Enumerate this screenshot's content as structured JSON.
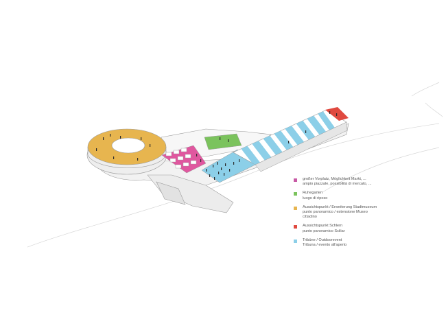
{
  "colors": {
    "magenta": "#c85aa5",
    "pink": "#e0579f",
    "green": "#7bc35d",
    "yellow": "#e7b54f",
    "red": "#e0493f",
    "blue": "#8ccfe8",
    "outline": "#9a9a9a",
    "surface": "#f2f2f2"
  },
  "legend": [
    {
      "swatch_color": "#c85aa5",
      "line1": "großer Vorplatz, Möglichkeit Markt, ...",
      "line2": "ampio piazzale, possibilità di mercato, ...",
      "line3": ""
    },
    {
      "swatch_color": "#7bc35d",
      "line1": "Ruhegarten",
      "line2": "luogo di riposo",
      "line3": ""
    },
    {
      "swatch_color": "#e7b54f",
      "line1": "Aussichtspunkt / Erweiterung Stadtmuseum",
      "line2": "punto panoramico / estensione Museo",
      "line3": "cittadino"
    },
    {
      "swatch_color": "#e0493f",
      "line1": "Aussichtspunkt Schlern",
      "line2": "punto panoramico Sciliar",
      "line3": ""
    },
    {
      "swatch_color": "#8ccfe8",
      "line1": "Tribüne / Outdoorevent",
      "line2": "Tribuna / evento all'aperto",
      "line3": ""
    }
  ]
}
